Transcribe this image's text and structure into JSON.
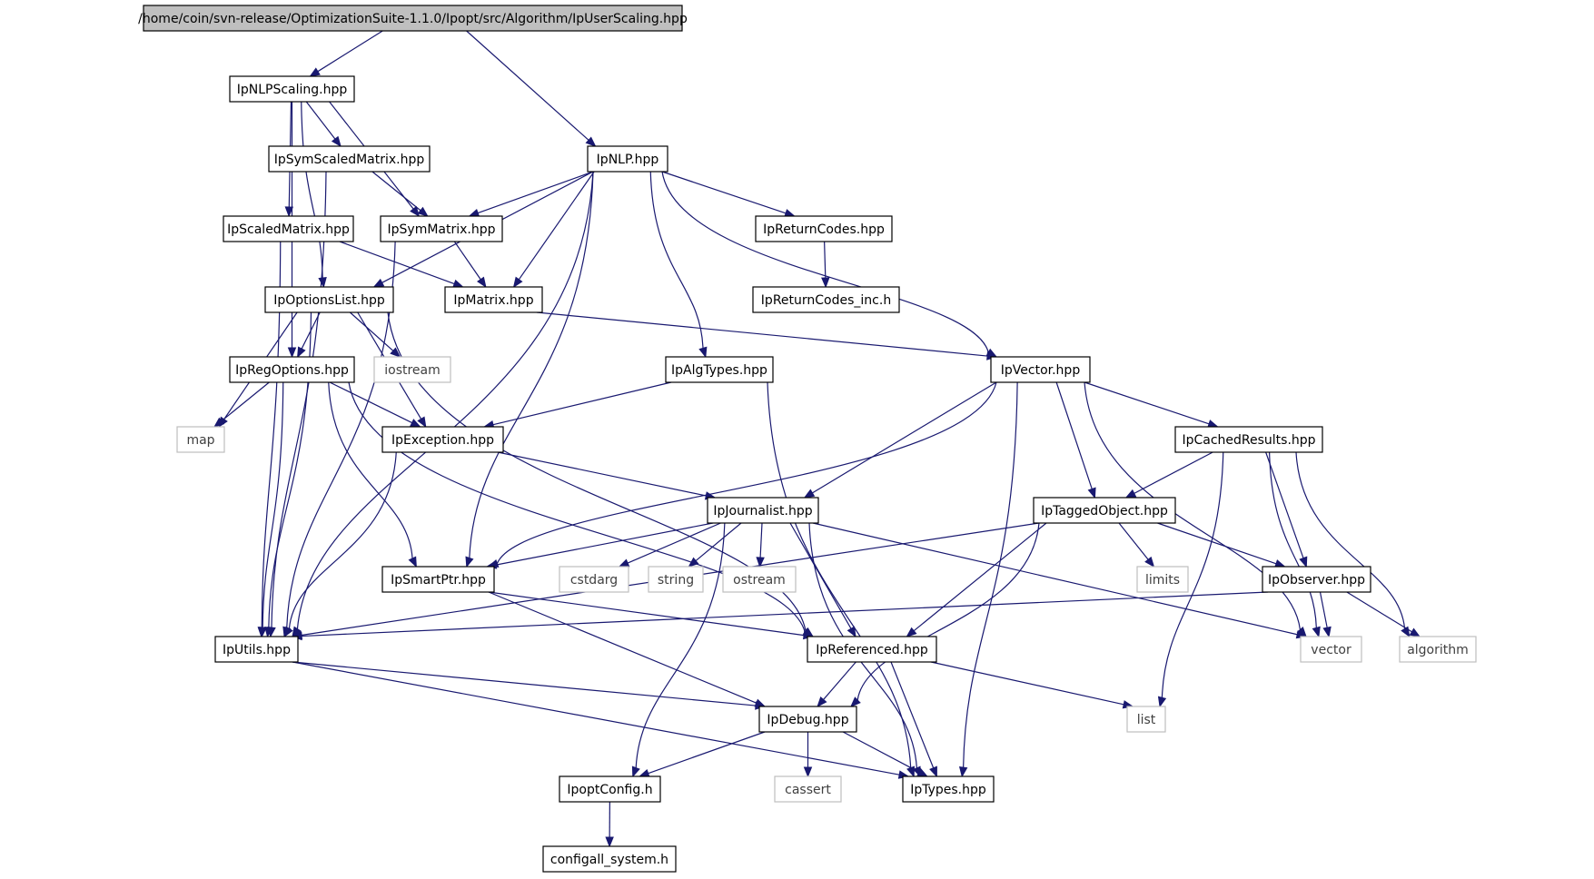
{
  "colors": {
    "edge": "#191970",
    "root_fill": "#bfbfbf",
    "node_border": "#000000",
    "system_border": "#bfbfbf",
    "system_text": "#404040",
    "text": "#000000"
  },
  "nodes": [
    {
      "id": "root",
      "label": "/home/coin/svn-release/OptimizationSuite-1.1.0/Ipopt/src/Algorithm/IpUserScaling.hpp",
      "kind": "root"
    },
    {
      "id": "nlpscaling",
      "label": "IpNLPScaling.hpp",
      "kind": "header"
    },
    {
      "id": "nlp",
      "label": "IpNLP.hpp",
      "kind": "header"
    },
    {
      "id": "symscaled",
      "label": "IpSymScaledMatrix.hpp",
      "kind": "header"
    },
    {
      "id": "scaled",
      "label": "IpScaledMatrix.hpp",
      "kind": "header"
    },
    {
      "id": "symmatrix",
      "label": "IpSymMatrix.hpp",
      "kind": "header"
    },
    {
      "id": "returncodes",
      "label": "IpReturnCodes.hpp",
      "kind": "header"
    },
    {
      "id": "optionslist",
      "label": "IpOptionsList.hpp",
      "kind": "header"
    },
    {
      "id": "matrix",
      "label": "IpMatrix.hpp",
      "kind": "header"
    },
    {
      "id": "returncodesinc",
      "label": "IpReturnCodes_inc.h",
      "kind": "header"
    },
    {
      "id": "regoptions",
      "label": "IpRegOptions.hpp",
      "kind": "header"
    },
    {
      "id": "iostream",
      "label": "iostream",
      "kind": "system"
    },
    {
      "id": "algtypes",
      "label": "IpAlgTypes.hpp",
      "kind": "header"
    },
    {
      "id": "vector_h",
      "label": "IpVector.hpp",
      "kind": "header"
    },
    {
      "id": "map",
      "label": "map",
      "kind": "system"
    },
    {
      "id": "exception",
      "label": "IpException.hpp",
      "kind": "header"
    },
    {
      "id": "cachedresults",
      "label": "IpCachedResults.hpp",
      "kind": "header"
    },
    {
      "id": "journalist",
      "label": "IpJournalist.hpp",
      "kind": "header"
    },
    {
      "id": "taggedobject",
      "label": "IpTaggedObject.hpp",
      "kind": "header"
    },
    {
      "id": "smartptr",
      "label": "IpSmartPtr.hpp",
      "kind": "header"
    },
    {
      "id": "cstdarg",
      "label": "cstdarg",
      "kind": "system"
    },
    {
      "id": "string",
      "label": "string",
      "kind": "system"
    },
    {
      "id": "ostream",
      "label": "ostream",
      "kind": "system"
    },
    {
      "id": "limits",
      "label": "limits",
      "kind": "system"
    },
    {
      "id": "observer",
      "label": "IpObserver.hpp",
      "kind": "header"
    },
    {
      "id": "utils",
      "label": "IpUtils.hpp",
      "kind": "header"
    },
    {
      "id": "referenced",
      "label": "IpReferenced.hpp",
      "kind": "header"
    },
    {
      "id": "vector_std",
      "label": "vector",
      "kind": "system"
    },
    {
      "id": "algorithm",
      "label": "algorithm",
      "kind": "system"
    },
    {
      "id": "debug",
      "label": "IpDebug.hpp",
      "kind": "header"
    },
    {
      "id": "list",
      "label": "list",
      "kind": "system"
    },
    {
      "id": "ipoptconfig",
      "label": "IpoptConfig.h",
      "kind": "header"
    },
    {
      "id": "cassert",
      "label": "cassert",
      "kind": "system"
    },
    {
      "id": "types",
      "label": "IpTypes.hpp",
      "kind": "header"
    },
    {
      "id": "configall",
      "label": "configall_system.h",
      "kind": "header"
    }
  ],
  "edges": [
    [
      "root",
      "nlpscaling"
    ],
    [
      "root",
      "nlp"
    ],
    [
      "nlpscaling",
      "symscaled"
    ],
    [
      "nlpscaling",
      "scaled"
    ],
    [
      "nlpscaling",
      "symmatrix"
    ],
    [
      "nlpscaling",
      "optionslist"
    ],
    [
      "nlpscaling",
      "regoptions"
    ],
    [
      "nlp",
      "symmatrix"
    ],
    [
      "nlp",
      "returncodes"
    ],
    [
      "nlp",
      "optionslist"
    ],
    [
      "nlp",
      "matrix"
    ],
    [
      "nlp",
      "algtypes"
    ],
    [
      "nlp",
      "vector_h"
    ],
    [
      "nlp",
      "utils"
    ],
    [
      "nlp",
      "smartptr"
    ],
    [
      "symscaled",
      "symmatrix"
    ],
    [
      "symscaled",
      "utils"
    ],
    [
      "scaled",
      "matrix"
    ],
    [
      "scaled",
      "utils"
    ],
    [
      "symmatrix",
      "matrix"
    ],
    [
      "symmatrix",
      "utils"
    ],
    [
      "returncodes",
      "returncodesinc"
    ],
    [
      "matrix",
      "vector_h"
    ],
    [
      "optionslist",
      "regoptions"
    ],
    [
      "optionslist",
      "iostream"
    ],
    [
      "optionslist",
      "map"
    ],
    [
      "optionslist",
      "exception"
    ],
    [
      "optionslist",
      "utils"
    ],
    [
      "optionslist",
      "referenced"
    ],
    [
      "regoptions",
      "map"
    ],
    [
      "regoptions",
      "exception"
    ],
    [
      "regoptions",
      "utils"
    ],
    [
      "regoptions",
      "smartptr"
    ],
    [
      "regoptions",
      "referenced"
    ],
    [
      "algtypes",
      "exception"
    ],
    [
      "algtypes",
      "types"
    ],
    [
      "vector_h",
      "cachedresults"
    ],
    [
      "vector_h",
      "taggedobject"
    ],
    [
      "vector_h",
      "journalist"
    ],
    [
      "vector_h",
      "smartptr"
    ],
    [
      "vector_h",
      "vector_std"
    ],
    [
      "vector_h",
      "types"
    ],
    [
      "exception",
      "journalist"
    ],
    [
      "exception",
      "utils"
    ],
    [
      "cachedresults",
      "taggedobject"
    ],
    [
      "cachedresults",
      "observer"
    ],
    [
      "cachedresults",
      "list"
    ],
    [
      "cachedresults",
      "vector_std"
    ],
    [
      "cachedresults",
      "algorithm"
    ],
    [
      "journalist",
      "smartptr"
    ],
    [
      "journalist",
      "cstdarg"
    ],
    [
      "journalist",
      "string"
    ],
    [
      "journalist",
      "ostream"
    ],
    [
      "journalist",
      "referenced"
    ],
    [
      "journalist",
      "vector_std"
    ],
    [
      "journalist",
      "types"
    ],
    [
      "journalist",
      "ipoptconfig"
    ],
    [
      "taggedobject",
      "limits"
    ],
    [
      "taggedobject",
      "observer"
    ],
    [
      "taggedobject",
      "referenced"
    ],
    [
      "taggedobject",
      "debug"
    ],
    [
      "taggedobject",
      "utils"
    ],
    [
      "smartptr",
      "referenced"
    ],
    [
      "smartptr",
      "debug"
    ],
    [
      "observer",
      "vector_std"
    ],
    [
      "observer",
      "algorithm"
    ],
    [
      "observer",
      "utils"
    ],
    [
      "utils",
      "debug"
    ],
    [
      "utils",
      "types"
    ],
    [
      "referenced",
      "debug"
    ],
    [
      "referenced",
      "types"
    ],
    [
      "referenced",
      "list"
    ],
    [
      "debug",
      "ipoptconfig"
    ],
    [
      "debug",
      "cassert"
    ],
    [
      "debug",
      "types"
    ],
    [
      "ipoptconfig",
      "configall"
    ]
  ]
}
